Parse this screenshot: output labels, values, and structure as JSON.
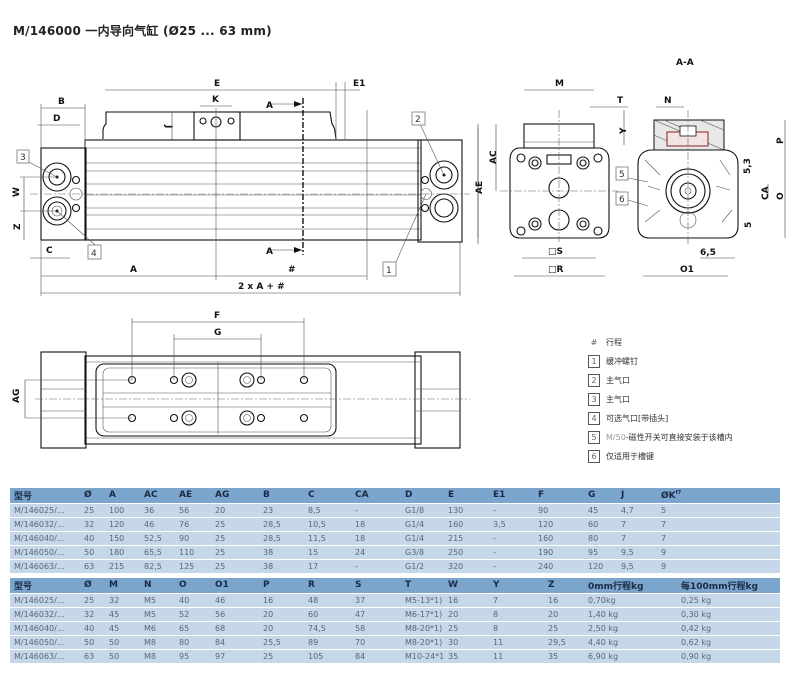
{
  "title": "M/146000 一内导向气缸 (Ø25 ... 63 mm)",
  "drawing": {
    "section_label": "A-A",
    "dimension_labels": {
      "top_view": [
        "B",
        "D",
        "E",
        "K",
        "J",
        "E1",
        "A",
        "A",
        "W",
        "Z",
        "C",
        "A",
        "#",
        "2 x A + #",
        "AE"
      ],
      "end_view": [
        "M",
        "T",
        "Y",
        "AC",
        "AE",
        "□S",
        "□R"
      ],
      "section_view": [
        "N",
        "P",
        "5,3",
        "CA",
        "O",
        "5",
        "6,5",
        "O1"
      ],
      "bottom_view": [
        "F",
        "G",
        "AG"
      ]
    },
    "callouts": [
      "1",
      "2",
      "3",
      "4",
      "5",
      "6"
    ]
  },
  "legend": {
    "hash_symbol": "#",
    "hash_text": "行程",
    "items": [
      {
        "key": "1",
        "text": "缓冲螺钉",
        "prefix": ""
      },
      {
        "key": "2",
        "text": "主气口",
        "prefix": ""
      },
      {
        "key": "3",
        "text": "主气口",
        "prefix": ""
      },
      {
        "key": "4",
        "text": "可选气口[带插头]",
        "prefix": ""
      },
      {
        "key": "5",
        "text": "-磁性开关可直接安装于该槽内",
        "prefix": "M/50"
      },
      {
        "key": "6",
        "text": "仅适用于槽键",
        "prefix": ""
      }
    ]
  },
  "table1": {
    "headers": [
      "型号",
      "Ø",
      "A",
      "AC",
      "AE",
      "AG",
      "B",
      "C",
      "CA",
      "D",
      "E",
      "E1",
      "F",
      "G",
      "J",
      "ØK",
      ""
    ],
    "k_superscript": "f7",
    "rows": [
      [
        "M/146025/...",
        "25",
        "100",
        "36",
        "56",
        "20",
        "23",
        "8,5",
        "-",
        "G1/8",
        "130",
        "-",
        "90",
        "45",
        "4,7",
        "5",
        ""
      ],
      [
        "M/146032/...",
        "32",
        "120",
        "46",
        "76",
        "25",
        "28,5",
        "10,5",
        "18",
        "G1/4",
        "160",
        "3,5",
        "120",
        "60",
        "7",
        "7",
        ""
      ],
      [
        "M/146040/...",
        "40",
        "150",
        "52,5",
        "90",
        "25",
        "28,5",
        "11,5",
        "18",
        "G1/4",
        "215",
        "-",
        "160",
        "80",
        "7",
        "7",
        ""
      ],
      [
        "M/146050/...",
        "50",
        "180",
        "65,5",
        "110",
        "25",
        "38",
        "15",
        "24",
        "G3/8",
        "250",
        "-",
        "190",
        "95",
        "9,5",
        "9",
        ""
      ],
      [
        "M/146063/...",
        "63",
        "215",
        "82,5",
        "125",
        "25",
        "38",
        "17",
        "-",
        "G1/2",
        "320",
        "-",
        "240",
        "120",
        "9,5",
        "9",
        ""
      ]
    ]
  },
  "table2": {
    "headers": [
      "型号",
      "Ø",
      "M",
      "N",
      "O",
      "O1",
      "P",
      "R",
      "S",
      "T",
      "W",
      "Y",
      "Z",
      "0mm行程kg",
      "每100mm行程kg"
    ],
    "rows": [
      [
        "M/146025/...",
        "25",
        "32",
        "M5",
        "40",
        "46",
        "16",
        "48",
        "37",
        "M5-13*1)",
        "16",
        "7",
        "16",
        "0,70kg",
        "0,25 kg"
      ],
      [
        "M/146032/...",
        "32",
        "45",
        "M5",
        "52",
        "56",
        "20",
        "60",
        "47",
        "M6-17*1)",
        "20",
        "8",
        "20",
        "1,40 kg",
        "0,30 kg"
      ],
      [
        "M/146040/...",
        "40",
        "45",
        "M6",
        "65",
        "68",
        "20",
        "74,5",
        "58",
        "M8-20*1)",
        "25",
        "8",
        "25",
        "2,50 kg",
        "0,42 kg"
      ],
      [
        "M/146050/...",
        "50",
        "50",
        "M8",
        "80",
        "84",
        "25,5",
        "89",
        "70",
        "M8-20*1)",
        "30",
        "11",
        "29,5",
        "4,40 kg",
        "0,62 kg"
      ],
      [
        "M/146063/...",
        "63",
        "50",
        "M8",
        "95",
        "97",
        "25",
        "105",
        "84",
        "M10-24*1)",
        "35",
        "11",
        "35",
        "6,90 kg",
        "0,90 kg"
      ]
    ]
  }
}
